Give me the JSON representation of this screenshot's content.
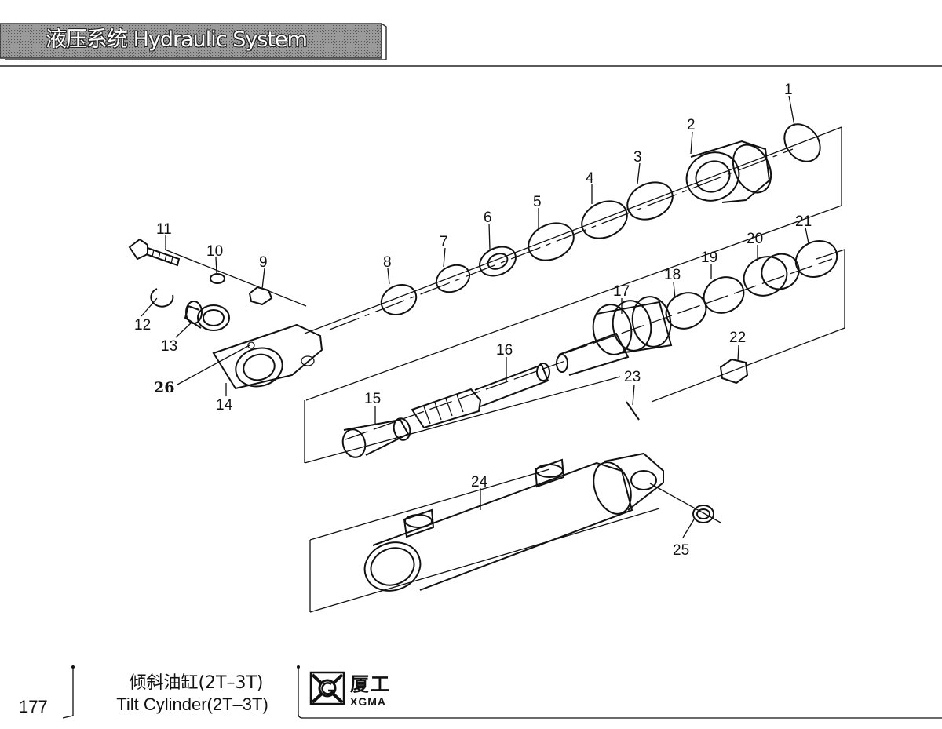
{
  "header": {
    "title": "液压系统  Hydraulic System"
  },
  "diagram": {
    "part_numbers": [
      "1",
      "2",
      "3",
      "4",
      "5",
      "6",
      "7",
      "8",
      "9",
      "10",
      "11",
      "12",
      "13",
      "14",
      "15",
      "16",
      "17",
      "18",
      "19",
      "20",
      "21",
      "22",
      "23",
      "24",
      "25",
      "26"
    ]
  },
  "footer": {
    "page_number": "177",
    "title_cn": "倾斜油缸(2T–3T)",
    "title_en": "Tilt Cylinder(2T–3T)",
    "logo_cn": "厦工",
    "logo_en": "XGMA"
  }
}
